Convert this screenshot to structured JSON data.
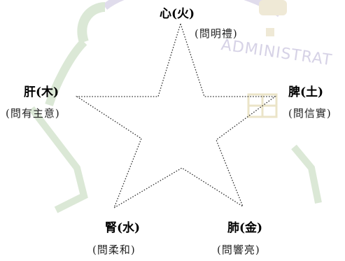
{
  "watermark": {
    "text": "ADMINISTRAT"
  },
  "nodes": {
    "top": {
      "label": "心(火)",
      "sub": "(問明禮)"
    },
    "left": {
      "label": "肝(木)",
      "sub": "(問有主意)"
    },
    "right": {
      "label": "脾(土)",
      "sub": "(問信實)"
    },
    "bottom_left": {
      "label": "腎(水)",
      "sub": "(問柔和)"
    },
    "bottom_right": {
      "label": "肺(金)",
      "sub": "(問響亮)"
    }
  },
  "colors": {
    "line": "#333333",
    "watermark": "#d6d2e6",
    "watermark_green": "#dbe8d6"
  }
}
